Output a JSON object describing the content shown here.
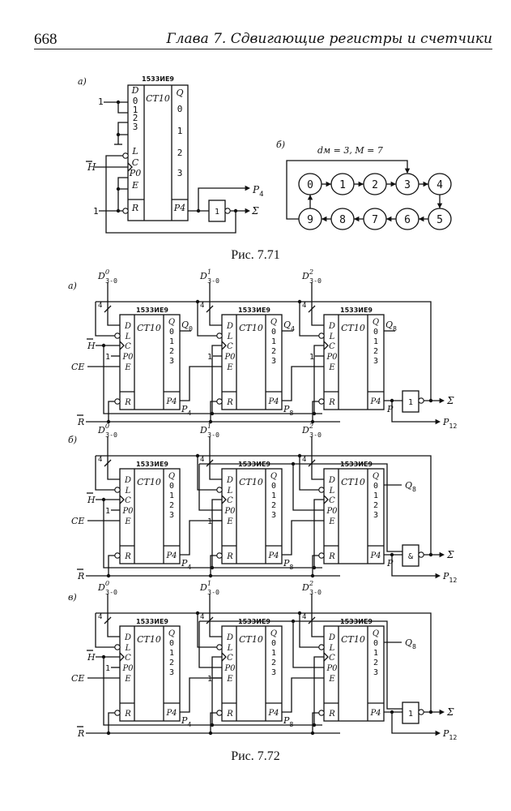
{
  "header": {
    "page_number": "668",
    "chapter_title": "Глава 7.  Сдвигающие регистры и счетчики"
  },
  "figure_771": {
    "caption": "Рис. 7.71",
    "part_a": {
      "label": "а)",
      "chip_name": "1533ИЕ9",
      "function": "CT10",
      "left_pins": [
        "D",
        "0",
        "1",
        "2",
        "3",
        "L",
        "C",
        "P0",
        "E",
        "R"
      ],
      "right_pins": [
        "Q",
        "0",
        "1",
        "2",
        "3",
        "P4"
      ],
      "inputs": {
        "d_one": "1",
        "clock": "H̄",
        "reset_one": "1"
      },
      "gate": "1",
      "outputs": {
        "carry": "P4",
        "sum": "Σ"
      }
    },
    "part_b": {
      "label": "б)",
      "formula": "dм = 3, M = 7",
      "states_top": [
        "0",
        "1",
        "2",
        "3",
        "4"
      ],
      "states_bottom": [
        "9",
        "8",
        "7",
        "6",
        "5"
      ]
    }
  },
  "figure_772": {
    "caption": "Рис. 7.72",
    "chip_name": "1533ИЕ9",
    "function": "CT10",
    "left_pins": [
      "D",
      "L",
      "C",
      "P0",
      "E",
      "R"
    ],
    "right_pins": [
      "Q",
      "0",
      "1",
      "2",
      "3",
      "P4"
    ],
    "bus_width": "4",
    "inputs": {
      "clock": "H̄",
      "enable": "CE",
      "reset": "R̄",
      "p0_one": "1"
    },
    "data_inputs": [
      "D",
      "D",
      "D"
    ],
    "data_superscripts": [
      "0",
      "1",
      "2"
    ],
    "data_subscript": "3-0",
    "parts": [
      {
        "label": "а)",
        "q_outputs": [
          "Q",
          "Q",
          "Q"
        ],
        "q_subscripts": [
          "0",
          "4",
          "8"
        ],
        "carry_labels": [
          "P",
          "P"
        ],
        "carry_subscripts": [
          "4",
          "8"
        ],
        "final_carry": "P",
        "gate": "1",
        "out_carry": "P",
        "out_carry_sub": "12",
        "out_sum": "Σ"
      },
      {
        "label": "б)",
        "q_outputs": [
          "Q"
        ],
        "q_subscripts": [
          "8"
        ],
        "carry_labels": [
          "P",
          "P"
        ],
        "carry_subscripts": [
          "4",
          "8"
        ],
        "final_carry": "P",
        "gate": "&",
        "out_carry": "P",
        "out_carry_sub": "12",
        "out_sum": "Σ"
      },
      {
        "label": "в)",
        "q_outputs": [
          "Q"
        ],
        "q_subscripts": [
          "8"
        ],
        "carry_labels": [
          "P",
          "P"
        ],
        "carry_subscripts": [
          "4",
          "8"
        ],
        "final_carry": "",
        "gate": "1",
        "out_carry": "P",
        "out_carry_sub": "12",
        "out_sum": "Σ"
      }
    ]
  }
}
